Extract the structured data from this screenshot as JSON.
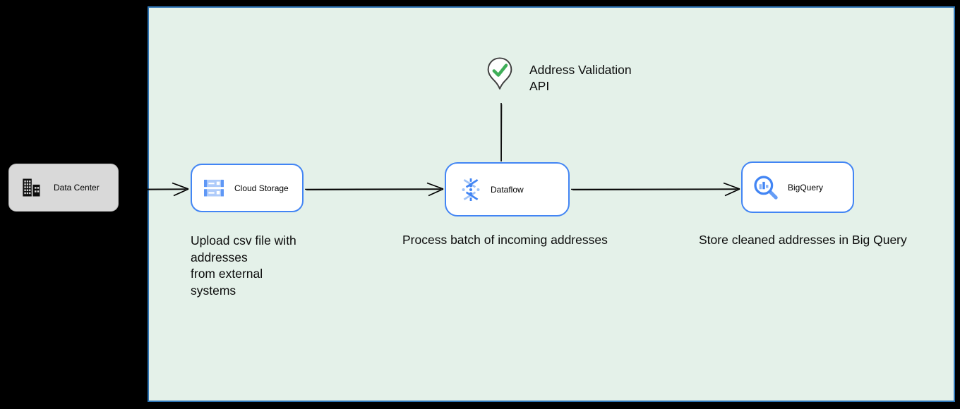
{
  "palette": {
    "background": "#000000",
    "boundary_fill": "#e4f1e9",
    "boundary_border": "#2e75b6",
    "node_fill": "#ffffff",
    "node_border_blue": "#4285f4",
    "data_center_fill": "#d9d9d9",
    "icon_blue": "#4285f4",
    "icon_light_blue": "#aecbfa",
    "icon_mid_blue": "#669df6",
    "check_green": "#3fae58",
    "pin_outline": "#3f3f3f",
    "connector_color": "#000000"
  },
  "nodes": {
    "data_center": {
      "label": "Data Center",
      "icon": "building-icon"
    },
    "cloud_storage": {
      "label": "Cloud Storage",
      "icon": "cloud-storage-icon",
      "caption": "Upload csv file with\naddresses\nfrom external\nsystems"
    },
    "dataflow": {
      "label": "Dataflow",
      "icon": "dataflow-icon",
      "caption": "Process batch of incoming addresses"
    },
    "bigquery": {
      "label": "BigQuery",
      "icon": "bigquery-icon",
      "caption": "Store cleaned addresses in Big Query"
    },
    "address_validation_api": {
      "label": "Address Validation\nAPI",
      "icon": "location-pin-check-icon"
    }
  },
  "connectors": [
    {
      "from": "data_center",
      "to": "cloud_storage",
      "style": "open-arrow"
    },
    {
      "from": "cloud_storage",
      "to": "dataflow",
      "style": "open-arrow"
    },
    {
      "from": "dataflow",
      "to": "bigquery",
      "style": "open-arrow"
    },
    {
      "from": "address_validation_api",
      "to": "dataflow",
      "style": "plain-line"
    }
  ]
}
